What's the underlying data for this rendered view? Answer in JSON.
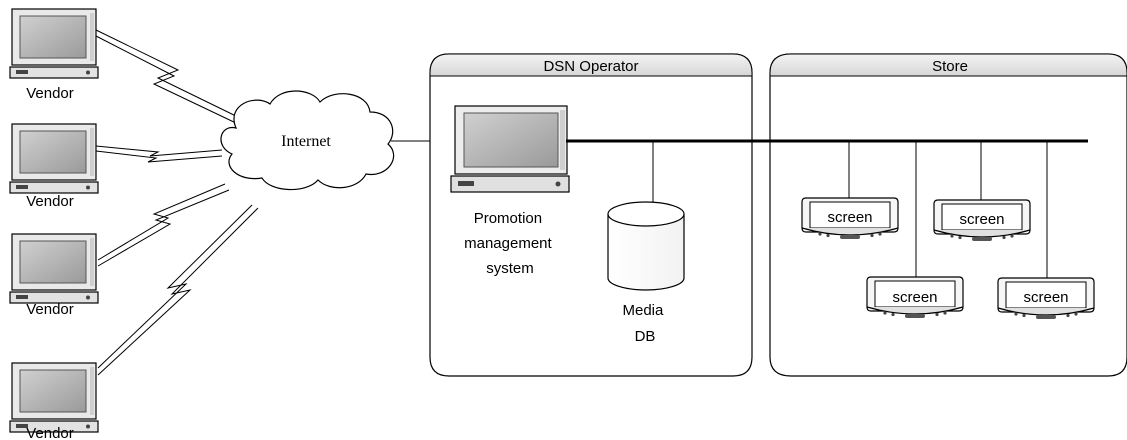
{
  "vendors": [
    {
      "label": "Vendor"
    },
    {
      "label": "Vendor"
    },
    {
      "label": "Vendor"
    },
    {
      "label": "Vendor"
    }
  ],
  "internet": {
    "label": "Internet"
  },
  "operator": {
    "title": "DSN Operator",
    "system_label_lines": [
      "Promotion",
      "management",
      "system"
    ],
    "db_label_lines": [
      "Media",
      "DB"
    ]
  },
  "store": {
    "title": "Store",
    "screens": [
      {
        "label": "screen"
      },
      {
        "label": "screen"
      },
      {
        "label": "screen"
      },
      {
        "label": "screen"
      }
    ]
  },
  "colors": {
    "line": "#000000",
    "panel_header": "#e8e8e8",
    "monitor_screen": "#b8b8b8",
    "monitor_body": "#efefef"
  }
}
